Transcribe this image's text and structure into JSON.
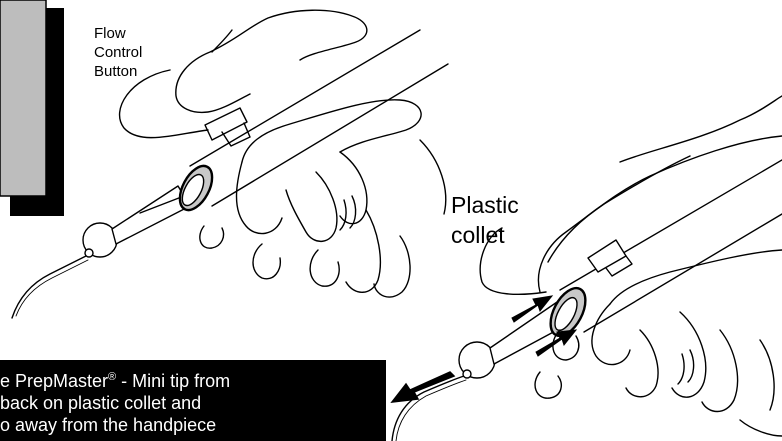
{
  "labels": {
    "flow_control": [
      "Flow",
      "Control",
      "Button"
    ],
    "plastic_collet": [
      "Plastic",
      "collet"
    ]
  },
  "caption": {
    "line1_prefix": "e PrepMaster",
    "line1_registered": "®",
    "line1_suffix": " - Mini tip from",
    "line2": " back on plastic collet and",
    "line3": "o away from the handpiece"
  },
  "colors": {
    "panel_gray": "#bdbdbd",
    "panel_shadow": "#000000",
    "caption_bg": "#000000",
    "caption_text": "#ffffff",
    "ink": "#000000",
    "collet_fill": "#c8c8c8"
  }
}
